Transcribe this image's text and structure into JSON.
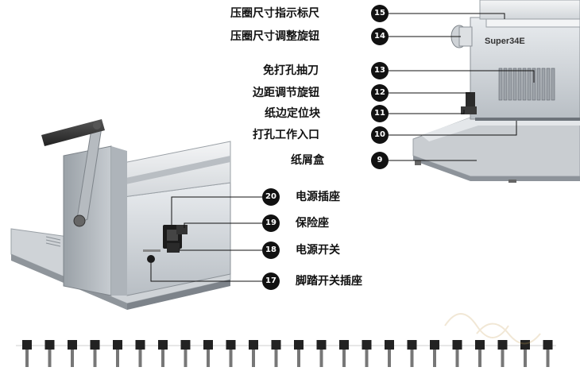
{
  "callouts": [
    {
      "num": "15",
      "label": "压圈尺寸指示标尺"
    },
    {
      "num": "14",
      "label": "压圈尺寸调整旋钮"
    },
    {
      "num": "13",
      "label": "免打孔抽刀"
    },
    {
      "num": "12",
      "label": "边距调节旋钮"
    },
    {
      "num": "11",
      "label": "纸边定位块"
    },
    {
      "num": "10",
      "label": "打孔工作入口"
    },
    {
      "num": "9",
      "label": "纸屑盒"
    },
    {
      "num": "20",
      "label": "电源插座"
    },
    {
      "num": "19",
      "label": "保险座"
    },
    {
      "num": "18",
      "label": "电源开关"
    },
    {
      "num": "17",
      "label": "脚踏开关插座"
    }
  ],
  "machine": {
    "model": "Super34E"
  },
  "colors": {
    "badge": "#111111",
    "metal": "#c8ccd0",
    "panel": "#a9afb5",
    "handle": "#2a2a2a"
  }
}
